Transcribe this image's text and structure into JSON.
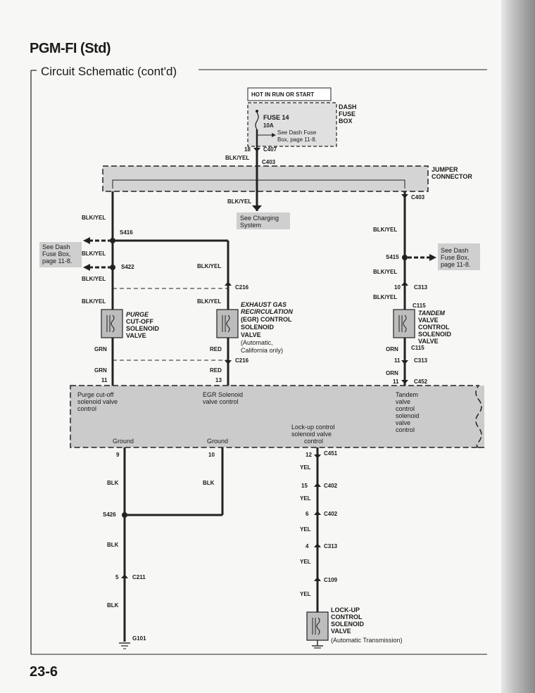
{
  "header": {
    "title": "PGM-FI (Std)",
    "subtitle": "Circuit Schematic (cont'd)",
    "page_number": "23-6"
  },
  "top_box": "HOT IN RUN OR START",
  "dash_fuse_box": {
    "label_line1": "DASH",
    "label_line2": "FUSE",
    "label_line3": "BOX",
    "fuse": "FUSE 14",
    "amps": "10A",
    "ref_line1": "See Dash Fuse",
    "ref_line2": "Box, page 11-8."
  },
  "jumper": {
    "line1": "JUMPER",
    "line2": "CONNECTOR"
  },
  "charging_ref": {
    "line1": "See Charging",
    "line2": "System"
  },
  "dash_ref_left": {
    "line1": "See Dash",
    "line2": "Fuse Box,",
    "line3": "page 11-8."
  },
  "dash_ref_right": {
    "line1": "See Dash",
    "line2": "Fuse Box,",
    "line3": "page 11-8."
  },
  "wires": {
    "blk_yel": "BLK/YEL",
    "grn": "GRN",
    "red": "RED",
    "orn": "ORN",
    "blk": "BLK",
    "yel": "YEL"
  },
  "connectors": {
    "c407": "C407",
    "c403": "C403",
    "c216": "C216",
    "c313": "C313",
    "c115": "C115",
    "c452": "C452",
    "c451": "C451",
    "c402": "C402",
    "c109": "C109",
    "c211": "C211"
  },
  "splices": {
    "s416": "S416",
    "s422": "S422",
    "s415": "S415",
    "s426": "S426"
  },
  "ground": "G101",
  "pins": {
    "p18": "18",
    "p10a": "10",
    "p11a": "11",
    "p11b": "11",
    "p13": "13",
    "p11c": "11",
    "p9": "9",
    "p10b": "10",
    "p12": "12",
    "p15": "15",
    "p6": "6",
    "p4": "4",
    "p5": "5"
  },
  "components": {
    "purge": {
      "line1": "PURGE",
      "line2": "CUT-OFF",
      "line3": "SOLENOID",
      "line4": "VALVE"
    },
    "egr": {
      "line1": "EXHAUST GAS",
      "line2": "RECIRCULATION",
      "line3": "(EGR) CONTROL",
      "line4": "SOLENOID",
      "line5": "VALVE",
      "line6": "(Automatic,",
      "line7": "California only)"
    },
    "tandem": {
      "line1": "TANDEM",
      "line2": "VALVE",
      "line3": "CONTROL",
      "line4": "SOLENOID",
      "line5": "VALVE"
    },
    "lockup": {
      "line1": "LOCK-UP",
      "line2": "CONTROL",
      "line3": "SOLENOID",
      "line4": "VALVE",
      "line5": "(Automatic Transmission)"
    }
  },
  "ecu": {
    "purge_line1": "Purge cut-off",
    "purge_line2": "solenoid valve",
    "purge_line3": "control",
    "egr_line1": "EGR Solenoid",
    "egr_line2": "valve control",
    "tandem_line1": "Tandem",
    "tandem_line2": "valve",
    "tandem_line3": "control",
    "tandem_line4": "solenoid",
    "tandem_line5": "valve",
    "tandem_line6": "control",
    "lockup_line1": "Lock-up control",
    "lockup_line2": "solenoid valve",
    "lockup_line3": "control",
    "ground1": "Ground",
    "ground2": "Ground"
  }
}
